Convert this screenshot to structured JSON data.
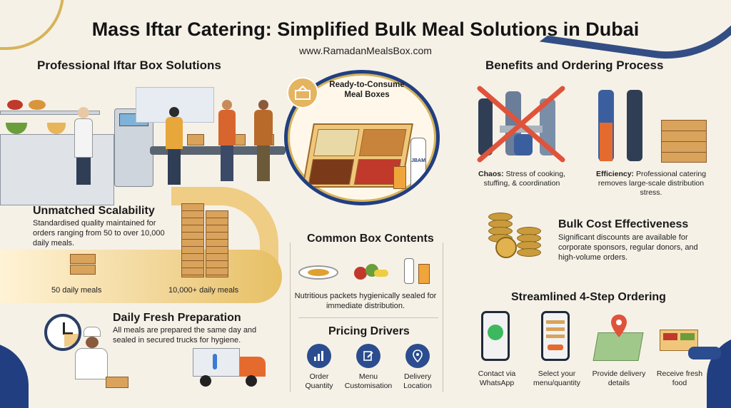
{
  "header": {
    "title": "Mass Iftar Catering: Simplified Bulk Meal Solutions in Dubai",
    "url": "www.RamadanMealsBox.com"
  },
  "left": {
    "heading": "Professional Iftar Box Solutions",
    "scalability": {
      "title": "Unmatched Scalability",
      "text": "Standardised quality maintained for orders ranging from 50 to over 10,000 daily meals.",
      "low_label": "50 daily meals",
      "high_label": "10,000+ daily meals"
    },
    "fresh": {
      "title": "Daily Fresh Preparation",
      "text": "All meals are prepared the same day and sealed in secured trucks for hygiene."
    }
  },
  "center": {
    "circle_label": "Ready-to-Consume Meal Boxes",
    "bottle_label": "JBAM",
    "contents": {
      "title": "Common Box Contents",
      "text": "Nutritious packets hygienically sealed for immediate distribution."
    },
    "pricing": {
      "title": "Pricing Drivers",
      "items": [
        {
          "label": "Order Quantity",
          "icon": "bar-chart-icon"
        },
        {
          "label": "Menu Customisation",
          "icon": "edit-icon"
        },
        {
          "label": "Delivery Location",
          "icon": "location-pin-icon"
        }
      ]
    }
  },
  "right": {
    "heading": "Benefits and Ordering Process",
    "chaos": {
      "bold": "Chaos:",
      "text": "Stress of cooking, stuffing, & coordination"
    },
    "efficiency": {
      "bold": "Efficiency:",
      "text": "Professional catering removes large-scale distribution stress."
    },
    "cost": {
      "title": "Bulk Cost Effectiveness",
      "text": "Significant discounts are available for corporate sponsors, regular donors, and high-volume orders."
    },
    "ordering": {
      "title": "Streamlined 4-Step Ordering",
      "steps": [
        {
          "label": "Contact via WhatsApp",
          "icon": "whatsapp-icon"
        },
        {
          "label": "Select your menu/quantity",
          "icon": "menu-list-icon"
        },
        {
          "label": "Provide delivery details",
          "icon": "map-pin-icon"
        },
        {
          "label": "Receive fresh food",
          "icon": "food-box-icon"
        }
      ]
    }
  },
  "colors": {
    "navy": "#213f80",
    "gold": "#d7b35a",
    "background": "#f6f1e7",
    "red_cross": "#e0533b"
  }
}
